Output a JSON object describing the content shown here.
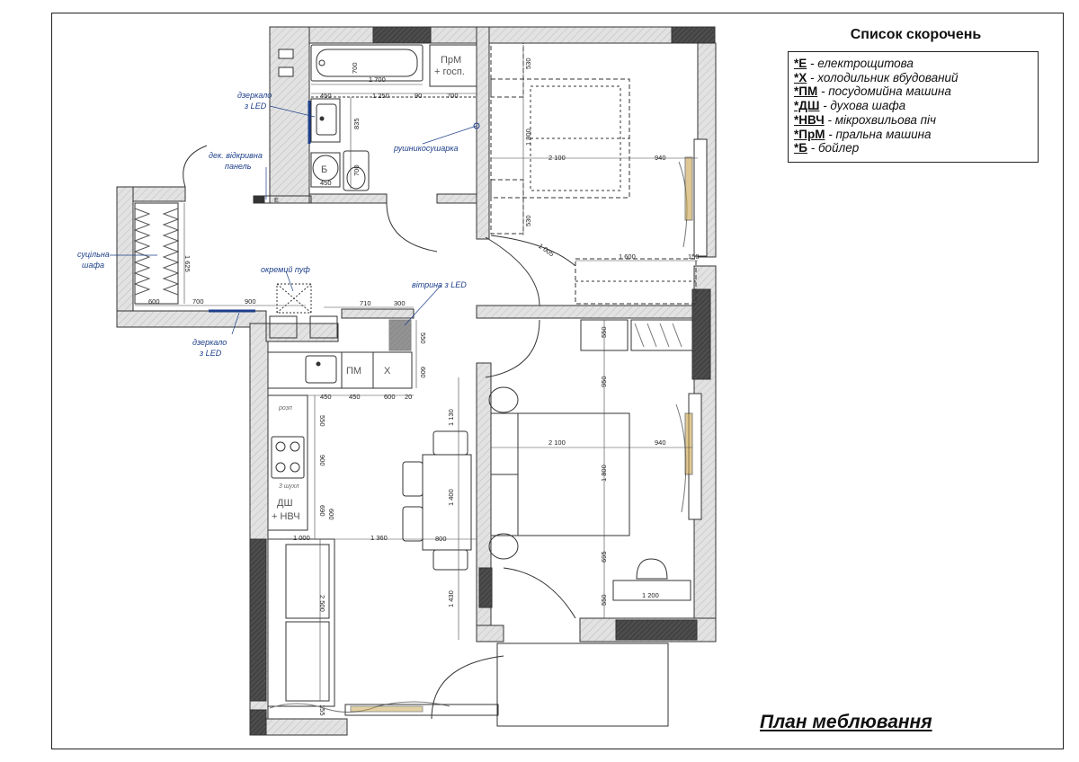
{
  "legend": {
    "title": "Список скорочень",
    "items": [
      {
        "abbr": "*Е",
        "text": " - електрощитова"
      },
      {
        "abbr": "*Х",
        "text": " - холодильник вбудований"
      },
      {
        "abbr": "*ПМ",
        "text": " - посудомийна машина"
      },
      {
        "abbr": "*ДШ",
        "text": " - духова шафа"
      },
      {
        "abbr": "*НВЧ",
        "text": " - мікрохвильова піч"
      },
      {
        "abbr": "*ПрМ",
        "text": " - пральна машина"
      },
      {
        "abbr": "*Б",
        "text": " - бойлер"
      }
    ]
  },
  "plan_title": "План меблювання",
  "annotations": {
    "mirror_led_bath_1": "дзеркало",
    "mirror_led_bath_2": "з LED",
    "panel_1": "дек. відкривна",
    "panel_2": "панель",
    "towel": "рушникосушарка",
    "wardrobe_1": "суцільна",
    "wardrobe_2": "шафа",
    "pouf": "окремий пуф",
    "vitrine": "вітрина з LED",
    "mirror_led_hall_1": "дзеркало",
    "mirror_led_hall_2": "з LED"
  },
  "fixtures": {
    "washer_1": "ПрМ",
    "washer_2": "+ госп.",
    "boiler": "Б",
    "electric": "Е",
    "dishwasher": "ПМ",
    "fridge": "Х",
    "oven_1": "ДШ",
    "oven_2": "+ НВЧ",
    "corner": "розп",
    "drawers": "3 шухл"
  },
  "dimensions": {
    "bath_h": "700",
    "bath_w": "1 700",
    "b1": "450",
    "b2": "1 250",
    "b3": "90",
    "b4": "700",
    "b_835": "835",
    "b_700b": "700",
    "b_450b": "450",
    "bed1_530a": "530",
    "bed1_1800": "1 800",
    "bed1_530b": "530",
    "bed1_2100": "2 100",
    "bed1_940": "940",
    "d_1005": "1 005",
    "d_1600": "1 600",
    "d_150": "150",
    "hall_1625": "1 625",
    "hall_600": "600",
    "hall_700": "700",
    "hall_900": "900",
    "k_710": "710",
    "k_300": "300",
    "k_550": "550",
    "k_600": "600",
    "k_450a": "450",
    "k_450b": "450",
    "k_600b": "600",
    "k_20": "20",
    "k_550b": "550",
    "k_900": "900",
    "k_690": "690",
    "k_600c": "600",
    "dine_1130": "1 130",
    "dine_1400": "1 400",
    "dine_800": "800",
    "liv_1000": "1 000",
    "liv_1360": "1 360",
    "liv_2500": "2 500",
    "liv_1430": "1 430",
    "liv_155": "155",
    "bed2_550": "550",
    "bed2_950": "950",
    "bed2_2100": "2 100",
    "bed2_940": "940",
    "bed2_1800": "1 800",
    "bed2_695": "695",
    "bed2_550b": "550",
    "bed2_1200": "1 200"
  },
  "colors": {
    "wall_dark": "#4a4a4a",
    "wall_hatch": "#d9d9d9",
    "annotation": "#1d3f8a",
    "line": "#222222",
    "wood": "#c9a34a"
  }
}
